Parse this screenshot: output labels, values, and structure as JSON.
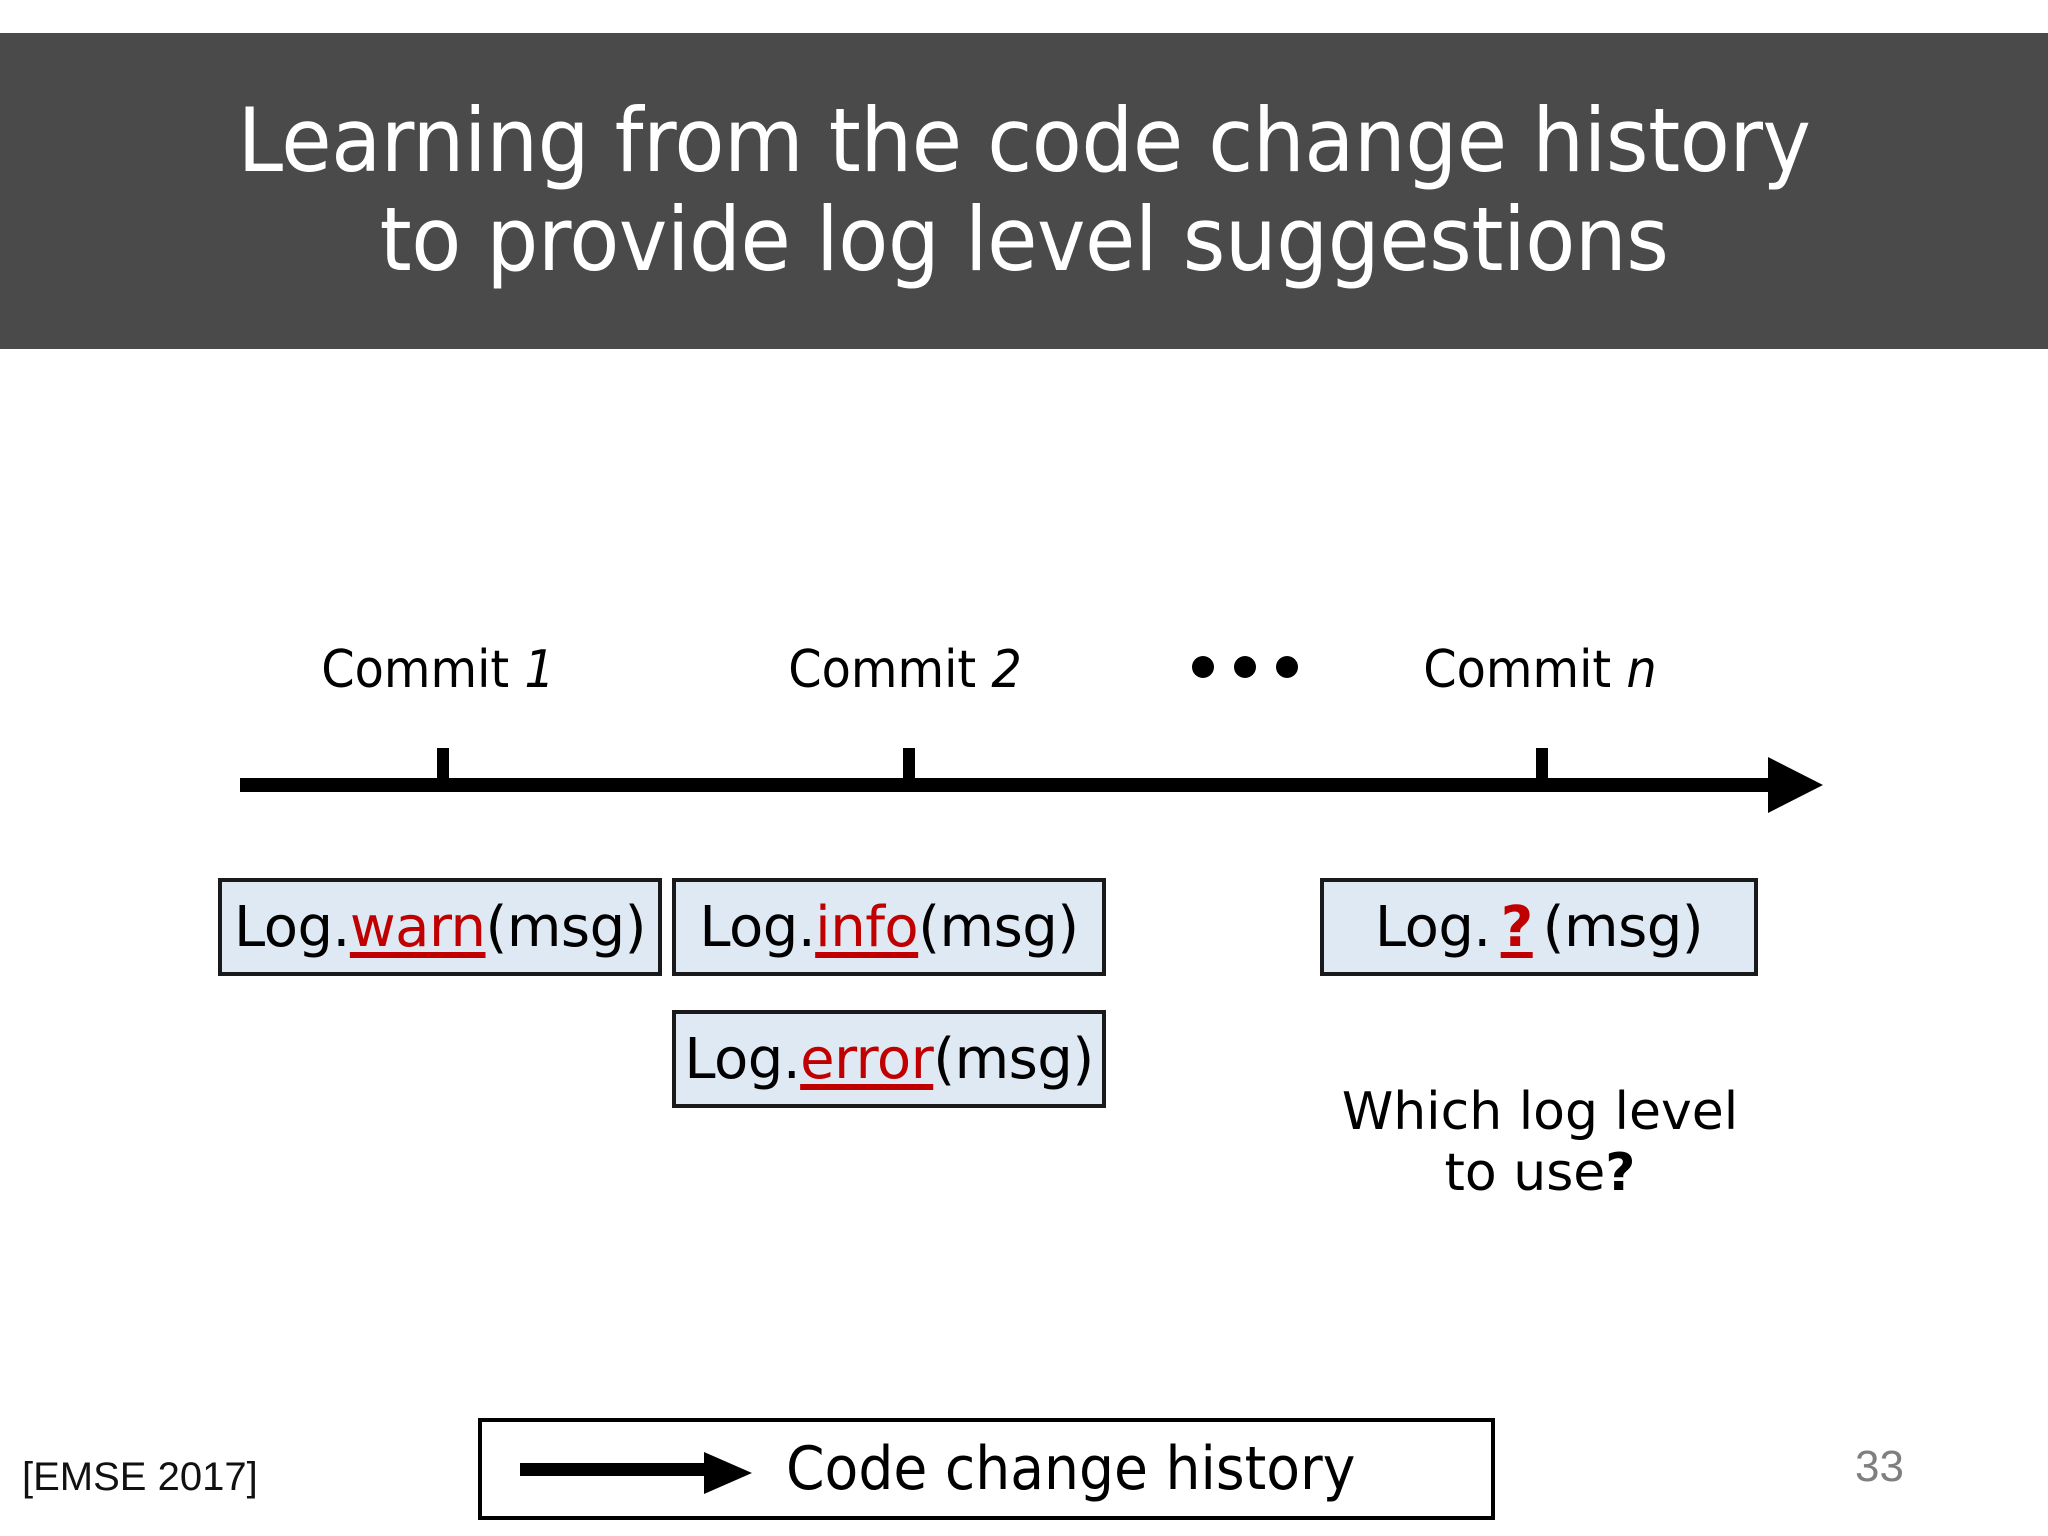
{
  "slide": {
    "title": "Learning from the code change history to provide log level suggestions",
    "citation": "[EMSE 2017]",
    "page_number": "33",
    "title_band_color": "#4a4a4a",
    "accent_color": "#c00000",
    "box_fill_color": "#dfe9f3"
  },
  "timeline": {
    "commits": [
      {
        "prefix": "Commit ",
        "index": "1"
      },
      {
        "prefix": "Commit ",
        "index": "2"
      },
      {
        "prefix": "Commit ",
        "index": "n"
      }
    ],
    "ellipsis": "• • •"
  },
  "log_statements": [
    {
      "prefix": "Log.",
      "level": "warn",
      "suffix": "(msg)"
    },
    {
      "prefix": "Log.",
      "level": "info",
      "suffix": "(msg)"
    },
    {
      "prefix": "Log.",
      "level": "error",
      "suffix": "(msg)"
    },
    {
      "prefix": "Log.",
      "level": "?",
      "suffix": "(msg)"
    }
  ],
  "question": {
    "line1": "Which log level",
    "line2_prefix": "to use",
    "line2_mark": "?"
  },
  "legend": {
    "label": "Code change history"
  }
}
